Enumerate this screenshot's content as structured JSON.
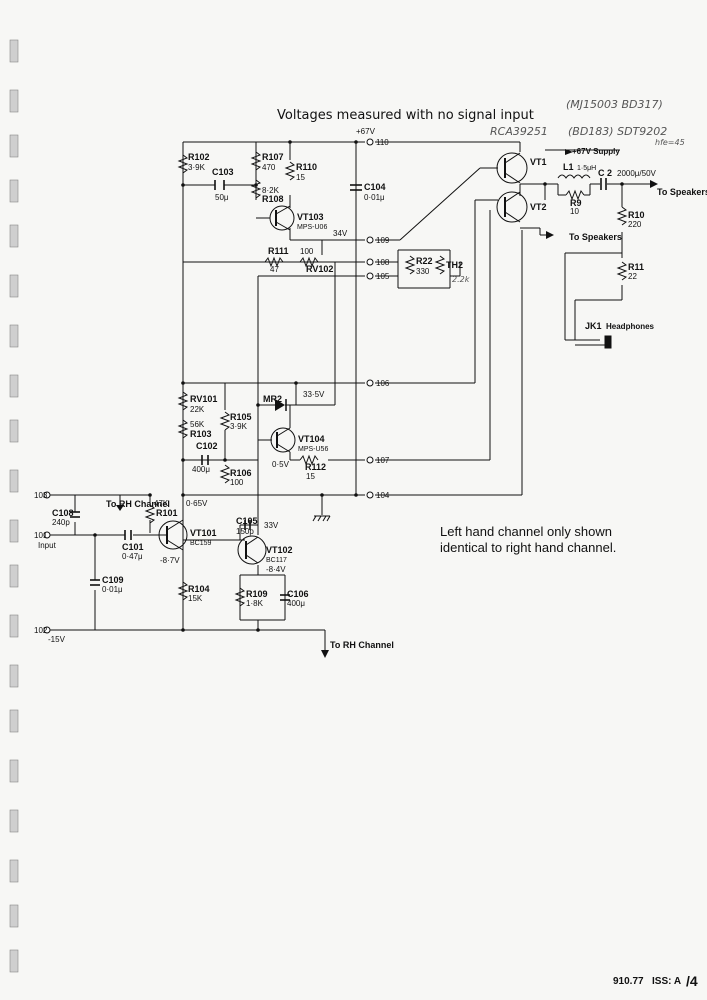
{
  "header": {
    "title": "Voltages measured with no signal input",
    "handwritten_1": "(MJ15003 BD317)",
    "handwritten_2": "RCA39251",
    "handwritten_3": "(BD183) SDT9202",
    "handwritten_4": "hfe=45"
  },
  "rails": {
    "plus": "+67V",
    "supply": "+67V Supply",
    "minus": "-15V"
  },
  "terminals": [
    "110",
    "109",
    "108",
    "105",
    "106",
    "107",
    "104",
    "103",
    "101",
    "102"
  ],
  "components": {
    "R102": {
      "name": "R102",
      "value": "3·9K"
    },
    "R107": {
      "name": "R107",
      "value": "470"
    },
    "R108": {
      "name": "R108",
      "value": "8·2K"
    },
    "R110": {
      "name": "R110",
      "value": "15"
    },
    "C103": {
      "name": "C103",
      "value": "50μ"
    },
    "C104": {
      "name": "C104",
      "value": "0·01μ"
    },
    "VT103": {
      "name": "VT103",
      "value": "MPS-U06"
    },
    "R111": {
      "name": "R111",
      "value": "47"
    },
    "RV102": {
      "name": "RV102",
      "value": "100"
    },
    "R22": {
      "name": "R22",
      "value": "330"
    },
    "TH2": {
      "name": "TH2",
      "value": "2.2k"
    },
    "VT1": {
      "name": "VT1"
    },
    "VT2": {
      "name": "VT2"
    },
    "L1": {
      "name": "L1",
      "value": "1·5μH"
    },
    "R9": {
      "name": "R9",
      "value": "10"
    },
    "C2": {
      "name": "C 2",
      "value": "2000μ/50V"
    },
    "R10": {
      "name": "R10",
      "value": "220"
    },
    "R11": {
      "name": "R11",
      "value": "22"
    },
    "JK1": {
      "name": "JK1",
      "value": "Headphones"
    },
    "RV101": {
      "name": "RV101",
      "value": "22K"
    },
    "R103": {
      "name": "R103",
      "value": "56K"
    },
    "R105": {
      "name": "R105",
      "value": "3·9K"
    },
    "MR2": {
      "name": "MR2"
    },
    "VT104": {
      "name": "VT104",
      "value": "MPS-U56"
    },
    "C102": {
      "name": "C102",
      "value": "400μ"
    },
    "R106": {
      "name": "R106",
      "value": "100"
    },
    "R112": {
      "name": "R112",
      "value": "15"
    },
    "R101": {
      "name": "R101",
      "value": "47K"
    },
    "C108": {
      "name": "C108",
      "value": "240p"
    },
    "C101": {
      "name": "C101",
      "value": "0·47μ"
    },
    "VT101": {
      "name": "VT101",
      "value": "BC159"
    },
    "C105": {
      "name": "C105",
      "value": "150p"
    },
    "VT102": {
      "name": "VT102",
      "value": "BC117"
    },
    "C109": {
      "name": "C109",
      "value": "0·01μ"
    },
    "R104": {
      "name": "R104",
      "value": "15K"
    },
    "R109": {
      "name": "R109",
      "value": "1·8K"
    },
    "C106": {
      "name": "C106",
      "value": "400μ"
    }
  },
  "voltages": {
    "v34": "34V",
    "v335": "33·5V",
    "v05": "0·5V",
    "v065": "0·65V",
    "v33": "33V",
    "v87": "-8·7V",
    "v84": "-8·4V"
  },
  "labels": {
    "to_speakers_1": "To Speakers",
    "to_speakers_2": "To Speakers",
    "to_rh_top": "To RH Channel",
    "input": "Input",
    "to_rh_bottom": "To RH Channel"
  },
  "note": {
    "line1": "Left hand channel only shown",
    "line2": "identical to right hand channel."
  },
  "footer": {
    "code": "910.77",
    "issue": "ISS: A",
    "page": "/4"
  }
}
